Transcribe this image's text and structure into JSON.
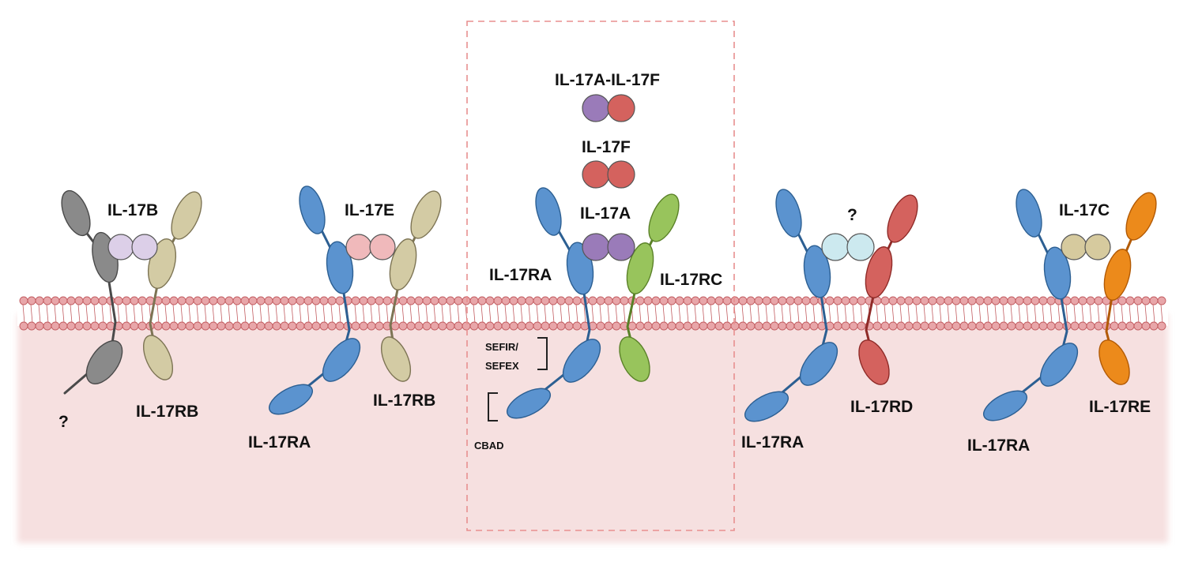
{
  "colors": {
    "cytoplasm": "#f6e0e0",
    "membrane": "#e8a6a9",
    "membrane_stroke": "#c25c60",
    "highlight_box": "#e88f8f",
    "il17ra": "#5b93cf",
    "il17ra_stroke": "#2c5f92",
    "il17rb": "#d3cba4",
    "il17rb_stroke": "#7d7454",
    "il17rc": "#98c45c",
    "il17rc_stroke": "#5a8128",
    "il17rd": "#d4625e",
    "il17rd_stroke": "#8f2b28",
    "il17re": "#ec8a1b",
    "il17re_stroke": "#b25a05",
    "unknown_receptor": "#8a8a8a",
    "unknown_receptor_stroke": "#4a4a4a",
    "il17a": "#9a7bb9",
    "il17f": "#d4625e",
    "il17b": "#dccfe8",
    "il17e": "#f0b9bb",
    "unknown_ligand": "#cce9ef",
    "il17c": "#d6ca9e"
  },
  "complexes": {
    "il17b_complex": {
      "ligand_label": "IL-17B",
      "partner_label": "?",
      "receptor_label": "IL-17RB"
    },
    "il17e_complex": {
      "ligand_label": "IL-17E",
      "receptor_a_label": "IL-17RA",
      "receptor_b_label": "IL-17RB"
    },
    "il17a_complex": {
      "heterodimer_label": "IL-17A-IL-17F",
      "il17f_label": "IL-17F",
      "il17a_label": "IL-17A",
      "receptor_a_label": "IL-17RA",
      "receptor_c_label": "IL-17RC",
      "sefir_label_line1": "SEFIR/",
      "sefir_label_line2": "SEFEX",
      "cbad_label": "CBAD"
    },
    "il17rd_complex": {
      "ligand_label": "?",
      "receptor_a_label": "IL-17RA",
      "receptor_d_label": "IL-17RD"
    },
    "il17c_complex": {
      "ligand_label": "IL-17C",
      "receptor_a_label": "IL-17RA",
      "receptor_e_label": "IL-17RE"
    }
  }
}
